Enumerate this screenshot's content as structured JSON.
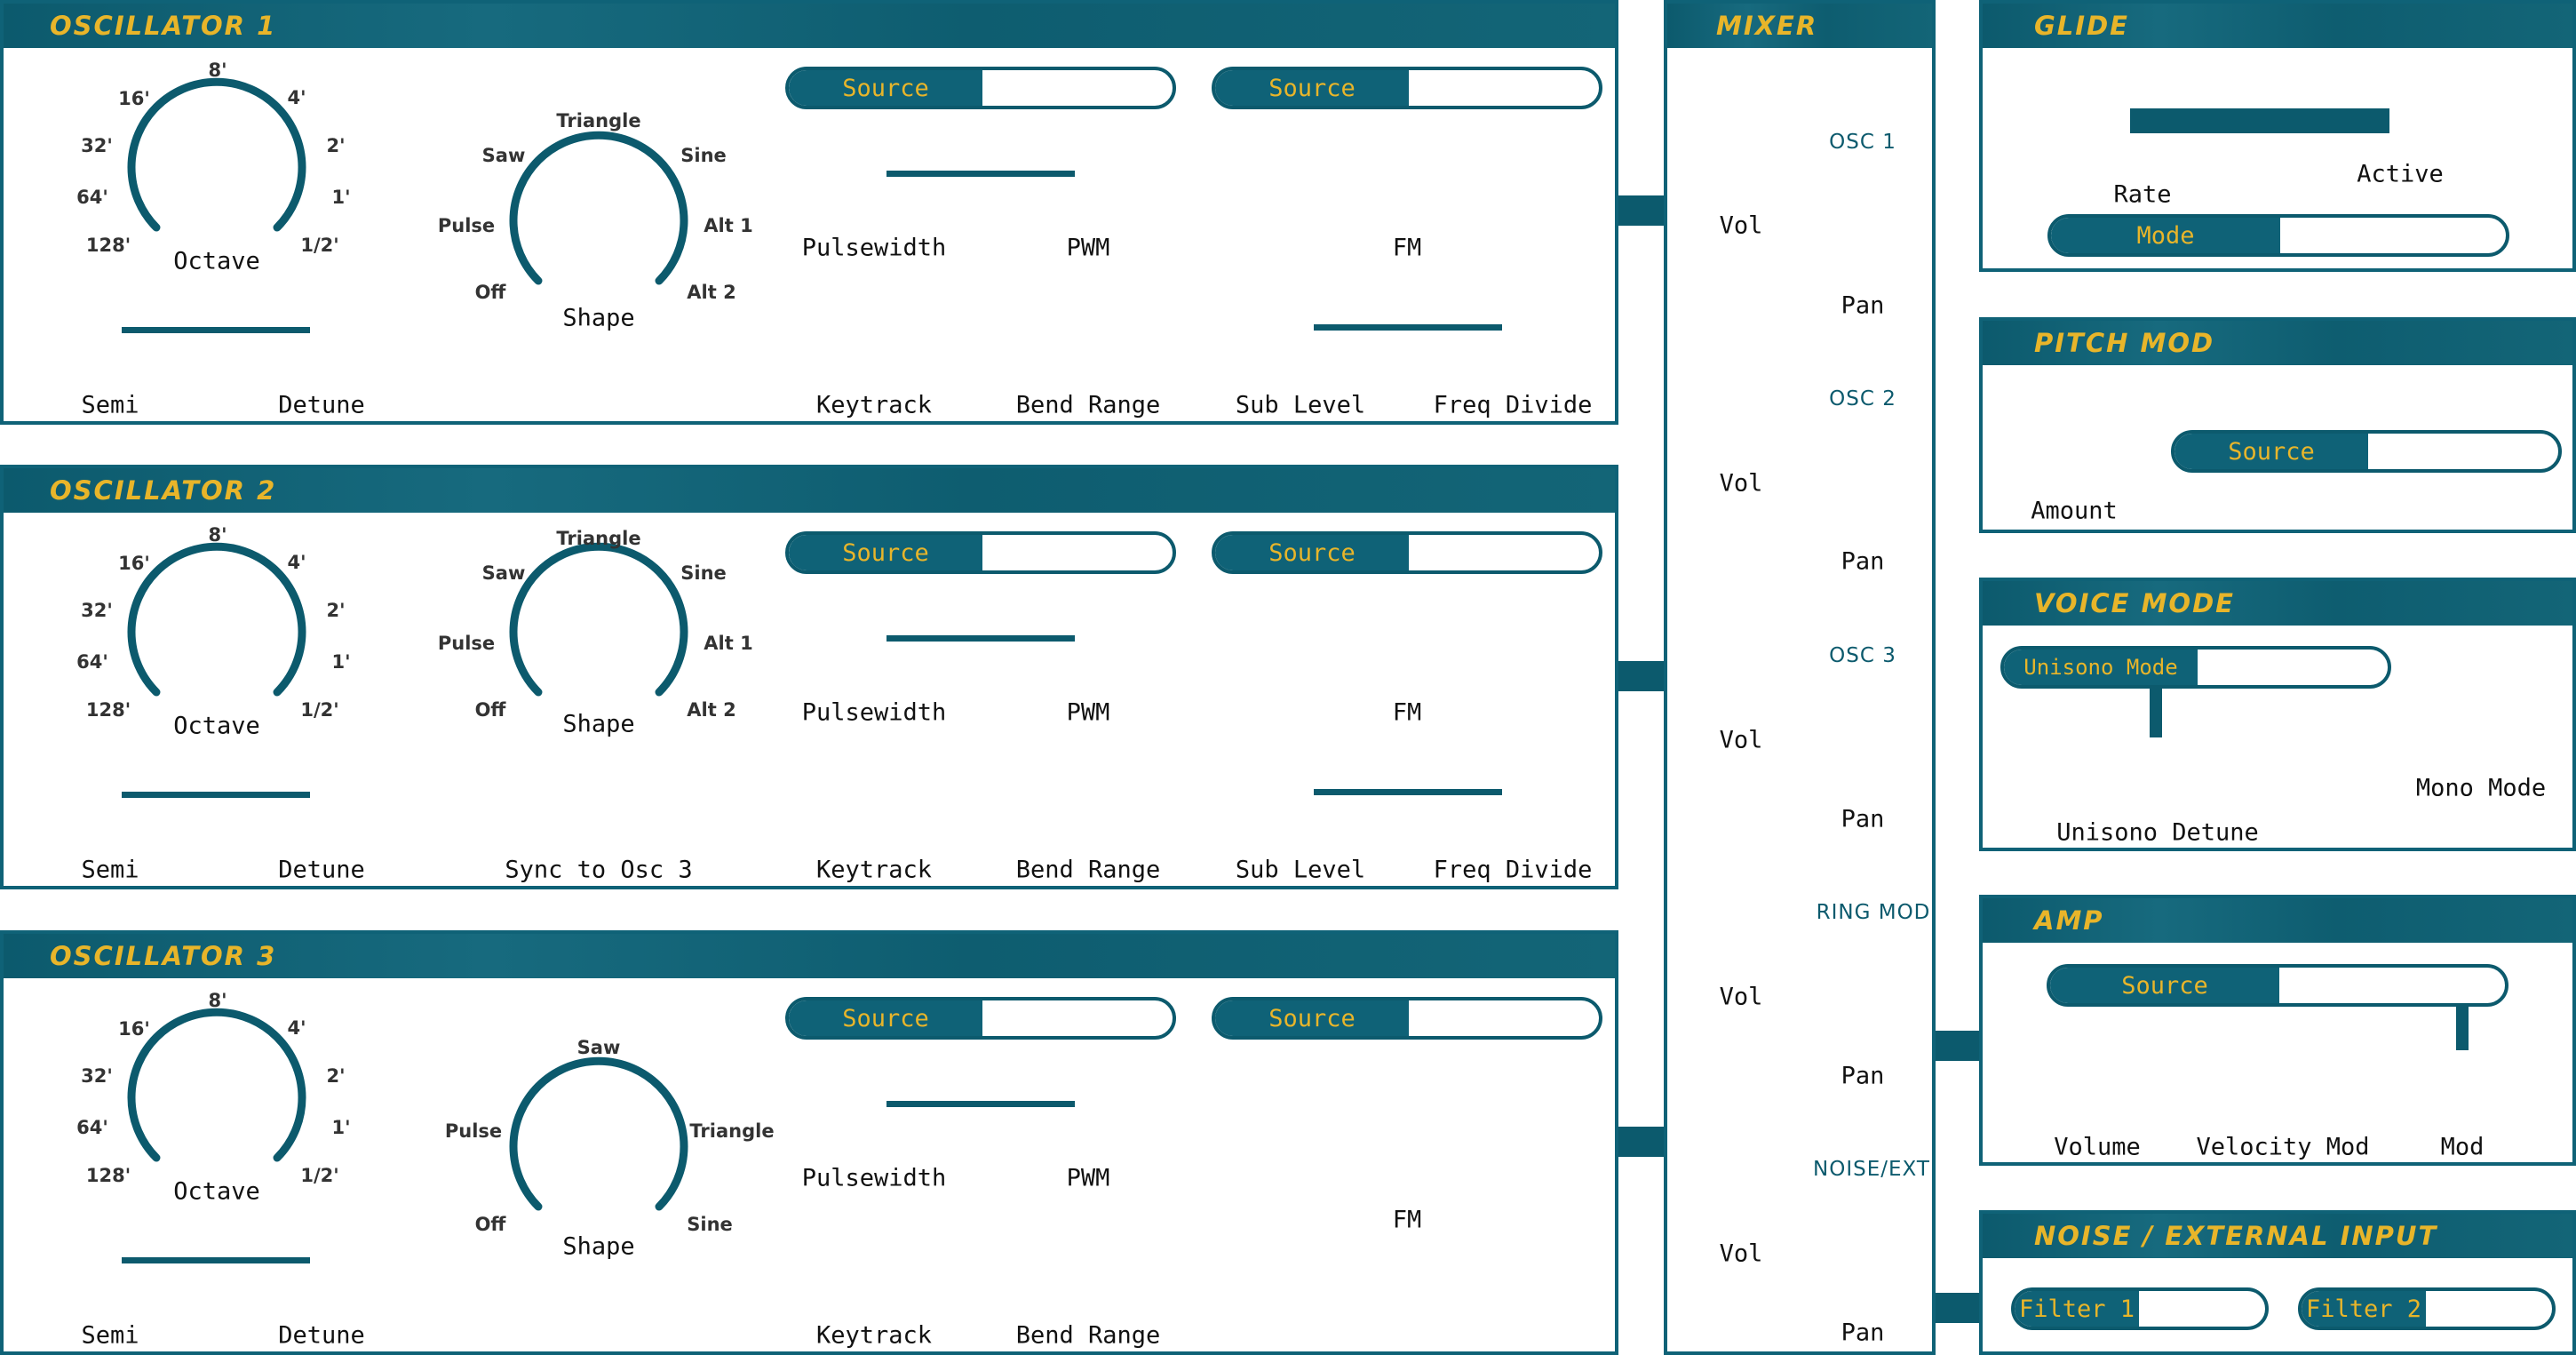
{
  "colors": {
    "accent": "#0c5a6d",
    "title": "#e8b52a"
  },
  "osc1": {
    "title": "OSCILLATOR 1",
    "octave_label": "Octave",
    "octave_ticks": [
      "128'",
      "64'",
      "32'",
      "16'",
      "8'",
      "4'",
      "2'",
      "1'",
      "1/2'"
    ],
    "shape_label": "Shape",
    "shape_ticks": [
      "Off",
      "Pulse",
      "Saw",
      "Triangle",
      "Sine",
      "Alt 1",
      "Alt 2"
    ],
    "source_a": "Source",
    "source_b": "Source",
    "pulsewidth": "Pulsewidth",
    "pwm": "PWM",
    "fm": "FM",
    "semi": "Semi",
    "detune": "Detune",
    "keytrack": "Keytrack",
    "bend_range": "Bend Range",
    "sub_level": "Sub Level",
    "freq_divide": "Freq Divide"
  },
  "osc2": {
    "title": "OSCILLATOR 2",
    "octave_label": "Octave",
    "octave_ticks": [
      "128'",
      "64'",
      "32'",
      "16'",
      "8'",
      "4'",
      "2'",
      "1'",
      "1/2'"
    ],
    "shape_label": "Shape",
    "shape_ticks": [
      "Off",
      "Pulse",
      "Saw",
      "Triangle",
      "Sine",
      "Alt 1",
      "Alt 2"
    ],
    "source_a": "Source",
    "source_b": "Source",
    "pulsewidth": "Pulsewidth",
    "pwm": "PWM",
    "fm": "FM",
    "semi": "Semi",
    "detune": "Detune",
    "sync": "Sync to Osc 3",
    "keytrack": "Keytrack",
    "bend_range": "Bend Range",
    "sub_level": "Sub Level",
    "freq_divide": "Freq Divide"
  },
  "osc3": {
    "title": "OSCILLATOR 3",
    "octave_label": "Octave",
    "octave_ticks": [
      "128'",
      "64'",
      "32'",
      "16'",
      "8'",
      "4'",
      "2'",
      "1'",
      "1/2'"
    ],
    "shape_label": "Shape",
    "shape_ticks": [
      "Off",
      "Pulse",
      "Saw",
      "Triangle",
      "Sine"
    ],
    "source_a": "Source",
    "source_b": "Source",
    "pulsewidth": "Pulsewidth",
    "pwm": "PWM",
    "fm": "FM",
    "semi": "Semi",
    "detune": "Detune",
    "keytrack": "Keytrack",
    "bend_range": "Bend Range"
  },
  "mixer": {
    "title": "MIXER",
    "osc1": "OSC 1",
    "osc2": "OSC 2",
    "osc3": "OSC 3",
    "ring": "RING MOD",
    "noise": "NOISE/EXT",
    "vol": "Vol",
    "pan": "Pan"
  },
  "glide": {
    "title": "GLIDE",
    "rate": "Rate",
    "active": "Active",
    "mode": "Mode"
  },
  "pitch_mod": {
    "title": "PITCH MOD",
    "source": "Source",
    "amount": "Amount"
  },
  "voice_mode": {
    "title": "VOICE MODE",
    "unisono_mode": "Unisono Mode",
    "mono_mode": "Mono Mode",
    "unisono_detune": "Unisono Detune"
  },
  "amp": {
    "title": "AMP",
    "source": "Source",
    "volume": "Volume",
    "velocity_mod": "Velocity Mod",
    "mod": "Mod"
  },
  "noise_ext": {
    "title": "NOISE / EXTERNAL INPUT",
    "filter1": "Filter 1",
    "filter2": "Filter 2"
  }
}
